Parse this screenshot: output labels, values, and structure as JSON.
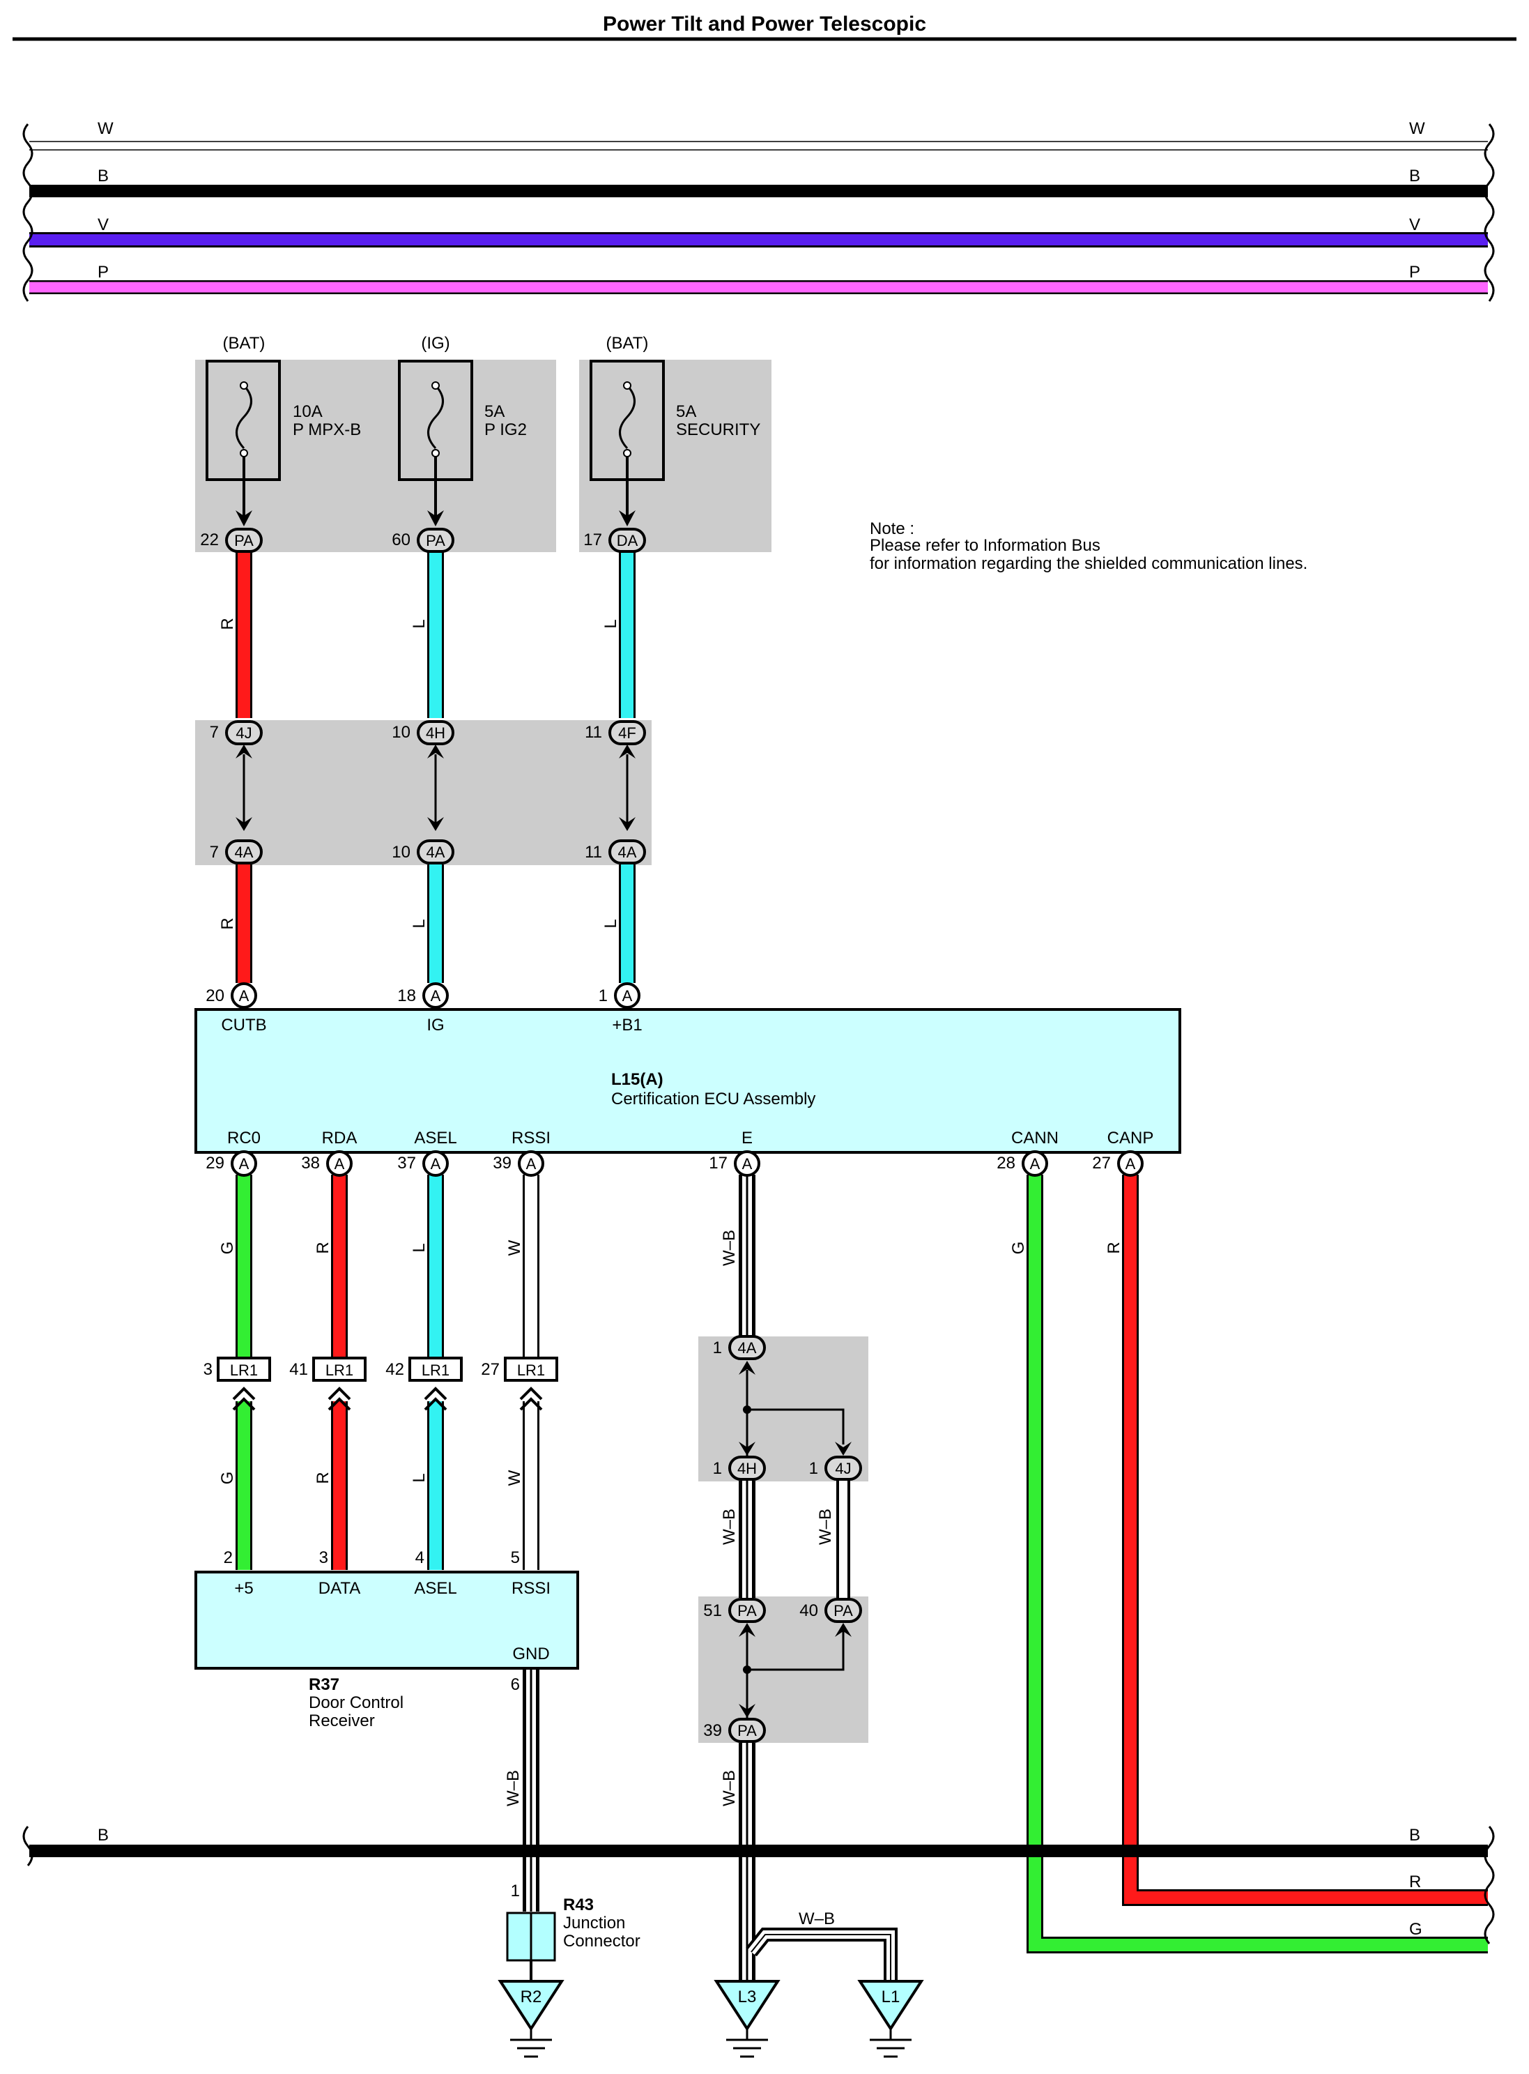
{
  "title": "Power Tilt and Power Telescopic",
  "note": {
    "line1": "Note :",
    "line2": "Please refer to Information Bus",
    "line3": "for information regarding the shielded communication lines."
  },
  "colors": {
    "W": "#ffffff",
    "B": "#000000",
    "V": "#5a1ff0",
    "P": "#ff66ff",
    "R": "#ff1a1a",
    "L": "#33f2f2",
    "G": "#33ee33",
    "ecu_fill": "#ccffff",
    "junction_fill": "#cccccc",
    "r43_fill": "#b3ffff"
  },
  "top_buses": [
    {
      "left_label": "W",
      "right_label": "W",
      "color_key": "W"
    },
    {
      "left_label": "B",
      "right_label": "B",
      "color_key": "B"
    },
    {
      "left_label": "V",
      "right_label": "V",
      "color_key": "V"
    },
    {
      "left_label": "P",
      "right_label": "P",
      "color_key": "P"
    }
  ],
  "bottom_buses": [
    {
      "right_label": "B",
      "left_label": "B"
    },
    {
      "right_label": "R"
    },
    {
      "right_label": "G"
    }
  ],
  "fuses": [
    {
      "source": "(BAT)",
      "rating": "10A",
      "name": "P MPX-B",
      "pin": "22",
      "conn": "PA"
    },
    {
      "source": "(IG)",
      "rating": "5A",
      "name": "P IG2",
      "pin": "60",
      "conn": "PA"
    },
    {
      "source": "(BAT)",
      "rating": "5A",
      "name": "SECURITY",
      "pin": "17",
      "conn": "DA"
    }
  ],
  "junction_pairs": [
    {
      "top_pin": "7",
      "top_conn": "4J",
      "bot_pin": "7",
      "bot_conn": "4A",
      "wire_above": "R",
      "wire_below": "R"
    },
    {
      "top_pin": "10",
      "top_conn": "4H",
      "bot_pin": "10",
      "bot_conn": "4A",
      "wire_above": "L",
      "wire_below": "L"
    },
    {
      "top_pin": "11",
      "top_conn": "4F",
      "bot_pin": "11",
      "bot_conn": "4A",
      "wire_above": "L",
      "wire_below": "L"
    }
  ],
  "ecu": {
    "id": "L15(A)",
    "name": "Certification ECU Assembly",
    "top_pins": [
      {
        "num": "20",
        "conn": "A",
        "label": "CUTB"
      },
      {
        "num": "18",
        "conn": "A",
        "label": "IG"
      },
      {
        "num": "1",
        "conn": "A",
        "label": "+B1"
      }
    ],
    "bottom_pins": [
      {
        "num": "29",
        "conn": "A",
        "label": "RC0",
        "wire": "G"
      },
      {
        "num": "38",
        "conn": "A",
        "label": "RDA",
        "wire": "R"
      },
      {
        "num": "37",
        "conn": "A",
        "label": "ASEL",
        "wire": "L"
      },
      {
        "num": "39",
        "conn": "A",
        "label": "RSSI",
        "wire": "W"
      },
      {
        "num": "17",
        "conn": "A",
        "label": "E",
        "wire": "W–B"
      },
      {
        "num": "28",
        "conn": "A",
        "label": "CANN",
        "wire": "G"
      },
      {
        "num": "27",
        "conn": "A",
        "label": "CANP",
        "wire": "R"
      }
    ]
  },
  "lr1_connectors": [
    {
      "pin": "3",
      "conn": "LR1",
      "wire_below": "G"
    },
    {
      "pin": "41",
      "conn": "LR1",
      "wire_below": "R"
    },
    {
      "pin": "42",
      "conn": "LR1",
      "wire_below": "L"
    },
    {
      "pin": "27",
      "conn": "LR1",
      "wire_below": "W"
    }
  ],
  "receiver": {
    "id": "R37",
    "name_line1": "Door Control",
    "name_line2": "Receiver",
    "pins": [
      {
        "num": "2",
        "label": "+5"
      },
      {
        "num": "3",
        "label": "DATA"
      },
      {
        "num": "4",
        "label": "ASEL"
      },
      {
        "num": "5",
        "label": "RSSI"
      }
    ],
    "gnd_pin": "6",
    "gnd_label": "GND",
    "gnd_wire": "W–B"
  },
  "ground_junction": {
    "top": {
      "pin": "1",
      "conn": "4A"
    },
    "left": {
      "pin": "1",
      "conn": "4H",
      "wire": "W–B"
    },
    "right": {
      "pin": "1",
      "conn": "4J",
      "wire": "W–B"
    },
    "pa_left": {
      "pin": "51",
      "conn": "PA"
    },
    "pa_right": {
      "pin": "40",
      "conn": "PA"
    },
    "pa_bottom": {
      "pin": "39",
      "conn": "PA",
      "wire": "W–B"
    }
  },
  "junction_connector": {
    "id": "R43",
    "line1": "Junction",
    "line2": "Connector",
    "pin": "1"
  },
  "grounds": [
    {
      "id": "R2"
    },
    {
      "id": "L3"
    },
    {
      "id": "L1",
      "wire": "W–B"
    }
  ]
}
